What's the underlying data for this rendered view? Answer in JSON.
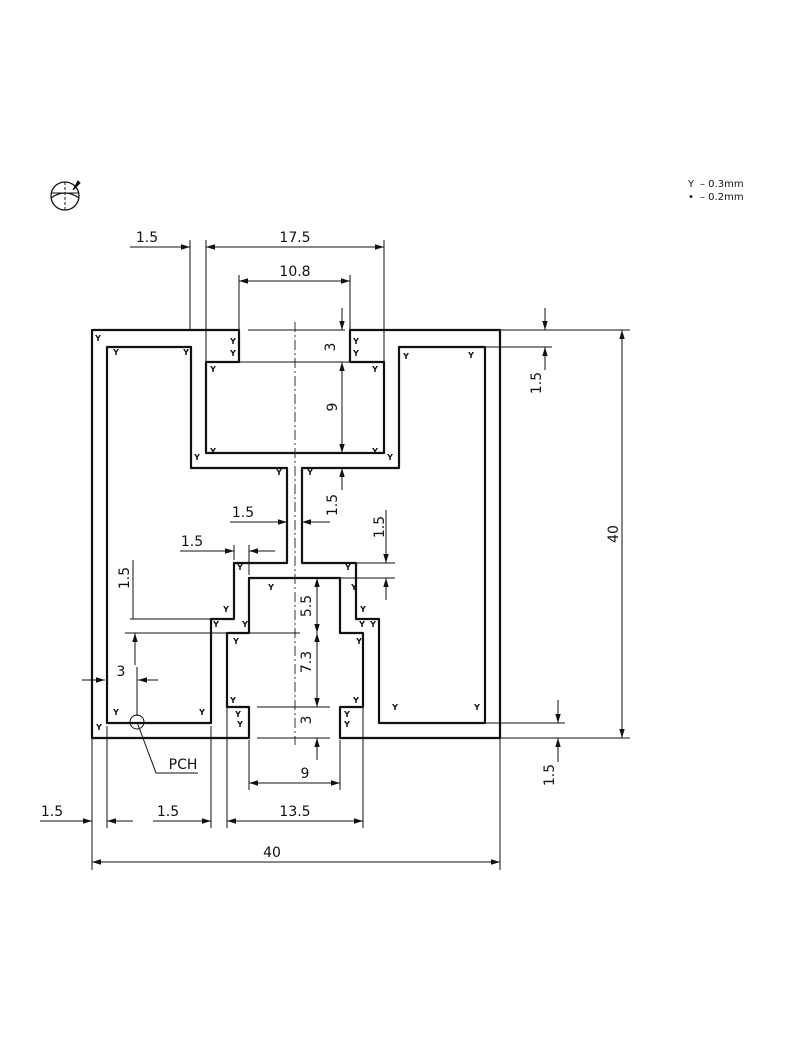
{
  "legend": [
    {
      "symbol": "Y",
      "text": "– 0.3mm"
    },
    {
      "symbol": "•",
      "text": "– 0.2mm"
    }
  ],
  "projection_symbol": "third-angle-projection-icon",
  "weld_symbol": "Y",
  "callout": "PCH",
  "dimensions": {
    "top_wall": "1.5",
    "channel_width": "17.5",
    "slot_opening": "10.8",
    "lip_height": "3",
    "channel_depth": "9",
    "right_wall_top": "1.5",
    "overall_height": "40",
    "right_wall_bottom": "1.5",
    "web_vertical": "1.5",
    "web_width": "1.5",
    "step_right": "1.5",
    "step_left": "1.5",
    "step_left_vertical": "1.5",
    "slot_upper": "5.5",
    "slot_middle": "7.3",
    "slot_lower": "3",
    "bottom_slot_opening": "9",
    "bottom_slot_width": "13.5",
    "outer_wall_left": "1.5",
    "inner_wall_left": "1.5",
    "overall_width": "40",
    "pch_offset": "3"
  }
}
